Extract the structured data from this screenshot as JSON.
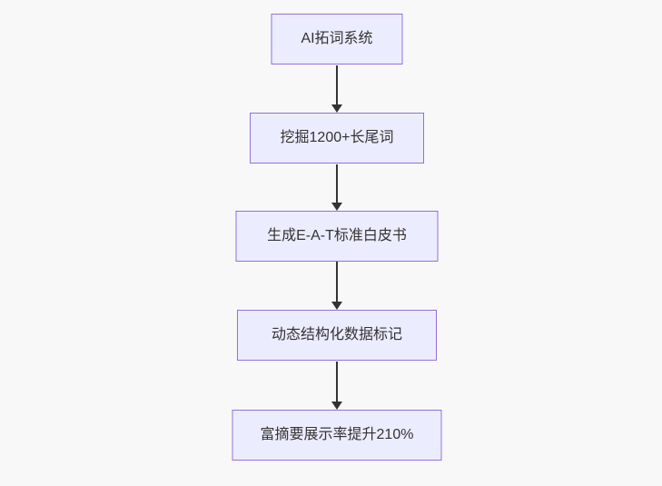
{
  "diagram": {
    "type": "flowchart",
    "direction": "top-down",
    "nodes": [
      {
        "id": "step-1",
        "label": "AI拓词系统"
      },
      {
        "id": "step-2",
        "label": "挖掘1200+长尾词"
      },
      {
        "id": "step-3",
        "label": "生成E-A-T标准白皮书"
      },
      {
        "id": "step-4",
        "label": "动态结构化数据标记"
      },
      {
        "id": "step-5",
        "label": "富摘要展示率提升210%"
      }
    ],
    "edges": [
      {
        "from": "step-1",
        "to": "step-2"
      },
      {
        "from": "step-2",
        "to": "step-3"
      },
      {
        "from": "step-3",
        "to": "step-4"
      },
      {
        "from": "step-4",
        "to": "step-5"
      }
    ],
    "colors": {
      "background": "#f8f8f8",
      "node_fill": "#ececff",
      "node_border": "#9370db",
      "text": "#333333",
      "arrow": "#333333"
    }
  }
}
